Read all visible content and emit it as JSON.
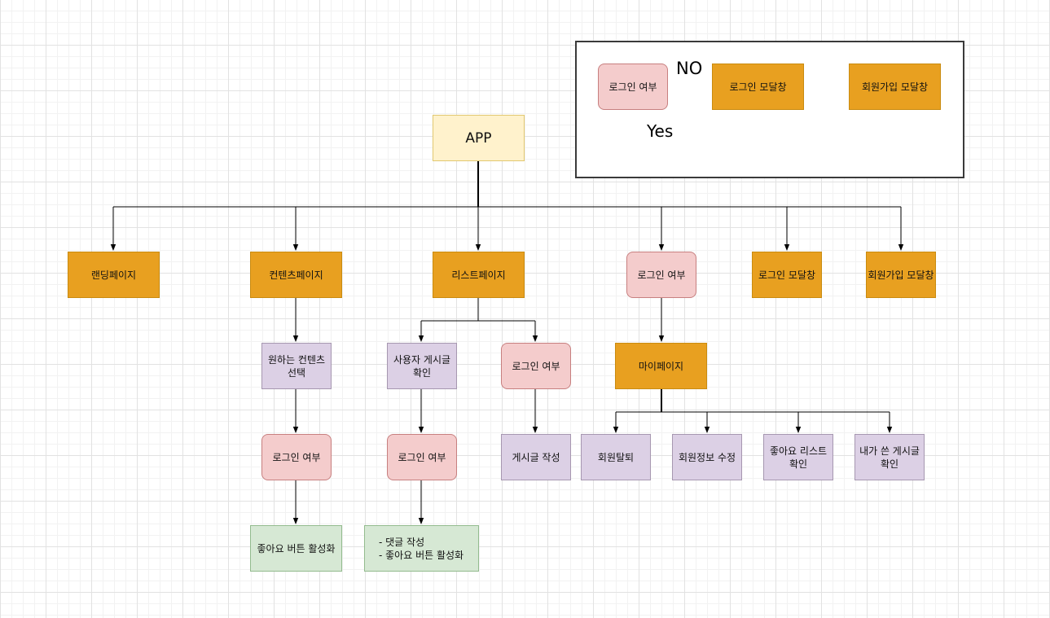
{
  "legend": {
    "login_check": "로그인 여부",
    "login_modal": "로그인 모달창",
    "signup_modal": "회원가입 모달창",
    "no_label": "NO",
    "yes_label": "Yes"
  },
  "app": "APP",
  "pages": {
    "landing": "랜딩페이지",
    "content": "컨텐츠페이지",
    "list": "리스트페이지",
    "login_check": "로그인 여부",
    "login_modal": "로그인 모달창",
    "signup_modal": "회원가입 모달창"
  },
  "content_branch": {
    "select": "원하는 컨텐츠\n선택",
    "login_check": "로그인 여부",
    "like_button": "좋아요 버튼 활성화"
  },
  "list_branch": {
    "view_posts": "사용자 게시글\n확인",
    "login_check_a": "로그인 여부",
    "actions": "- 댓글 작성\n- 좋아요 버튼 활성화",
    "login_check_b": "로그인 여부",
    "write_post": "게시글 작성"
  },
  "mypage_branch": {
    "mypage": "마이페이지",
    "withdraw": "회원탈퇴",
    "edit_info": "회원정보 수정",
    "liked_list": "좋아요 리스트\n확인",
    "my_posts": "내가 쓴 게시글\n확인"
  },
  "colors": {
    "page": "#e8a020",
    "condition": "#f4cccc",
    "action": "#dcd0e5",
    "result": "#d6e8d4",
    "root": "#fff2cc"
  }
}
